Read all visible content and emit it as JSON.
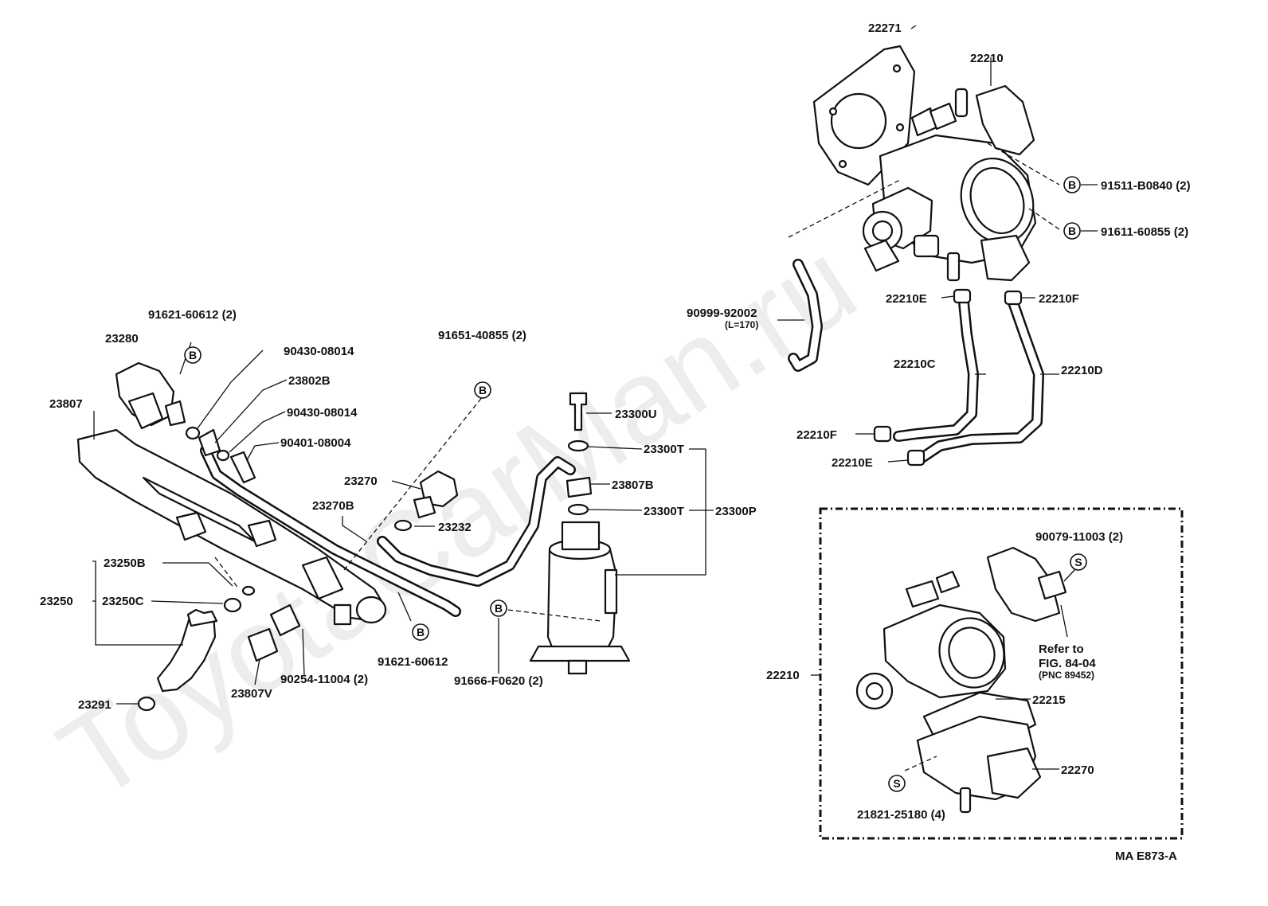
{
  "diagram": {
    "watermark": "ToyotaCarMan.ru",
    "figure_code": "MA E873-A",
    "callout_letters": {
      "bolt": "B",
      "screw": "S"
    },
    "labels": {
      "l_22271": "22271",
      "l_22210_top": "22210",
      "l_91511": "91511-B0840 (2)",
      "l_91611": "91611-60855 (2)",
      "l_90999": "90999-92002",
      "l_90999_len": "(L=170)",
      "l_22210E_a": "22210E",
      "l_22210F_a": "22210F",
      "l_22210C": "22210C",
      "l_22210D": "22210D",
      "l_22210F_b": "22210F",
      "l_22210E_b": "22210E",
      "l_91621_top": "91621-60612 (2)",
      "l_23280": "23280",
      "l_90430_a": "90430-08014",
      "l_23802B": "23802B",
      "l_90430_b": "90430-08014",
      "l_90401": "90401-08004",
      "l_23807": "23807",
      "l_91651": "91651-40855 (2)",
      "l_23300U": "23300U",
      "l_23300T_a": "23300T",
      "l_23270": "23270",
      "l_23807B": "23807B",
      "l_23270B": "23270B",
      "l_23300T_b": "23300T",
      "l_23300P": "23300P",
      "l_23232": "23232",
      "l_23250B": "23250B",
      "l_23250": "23250",
      "l_23250C": "23250C",
      "l_91621_bot": "91621-60612",
      "l_91666": "91666-F0620 (2)",
      "l_90254": "90254-11004 (2)",
      "l_23807V": "23807V",
      "l_23291": "23291",
      "l_90079": "90079-11003 (2)",
      "l_refer1": "Refer to",
      "l_refer2": "FIG. 84-04",
      "l_refer3": "(PNC 89452)",
      "l_22210_box": "22210",
      "l_22215": "22215",
      "l_22270": "22270",
      "l_21821": "21821-25180 (4)"
    }
  }
}
